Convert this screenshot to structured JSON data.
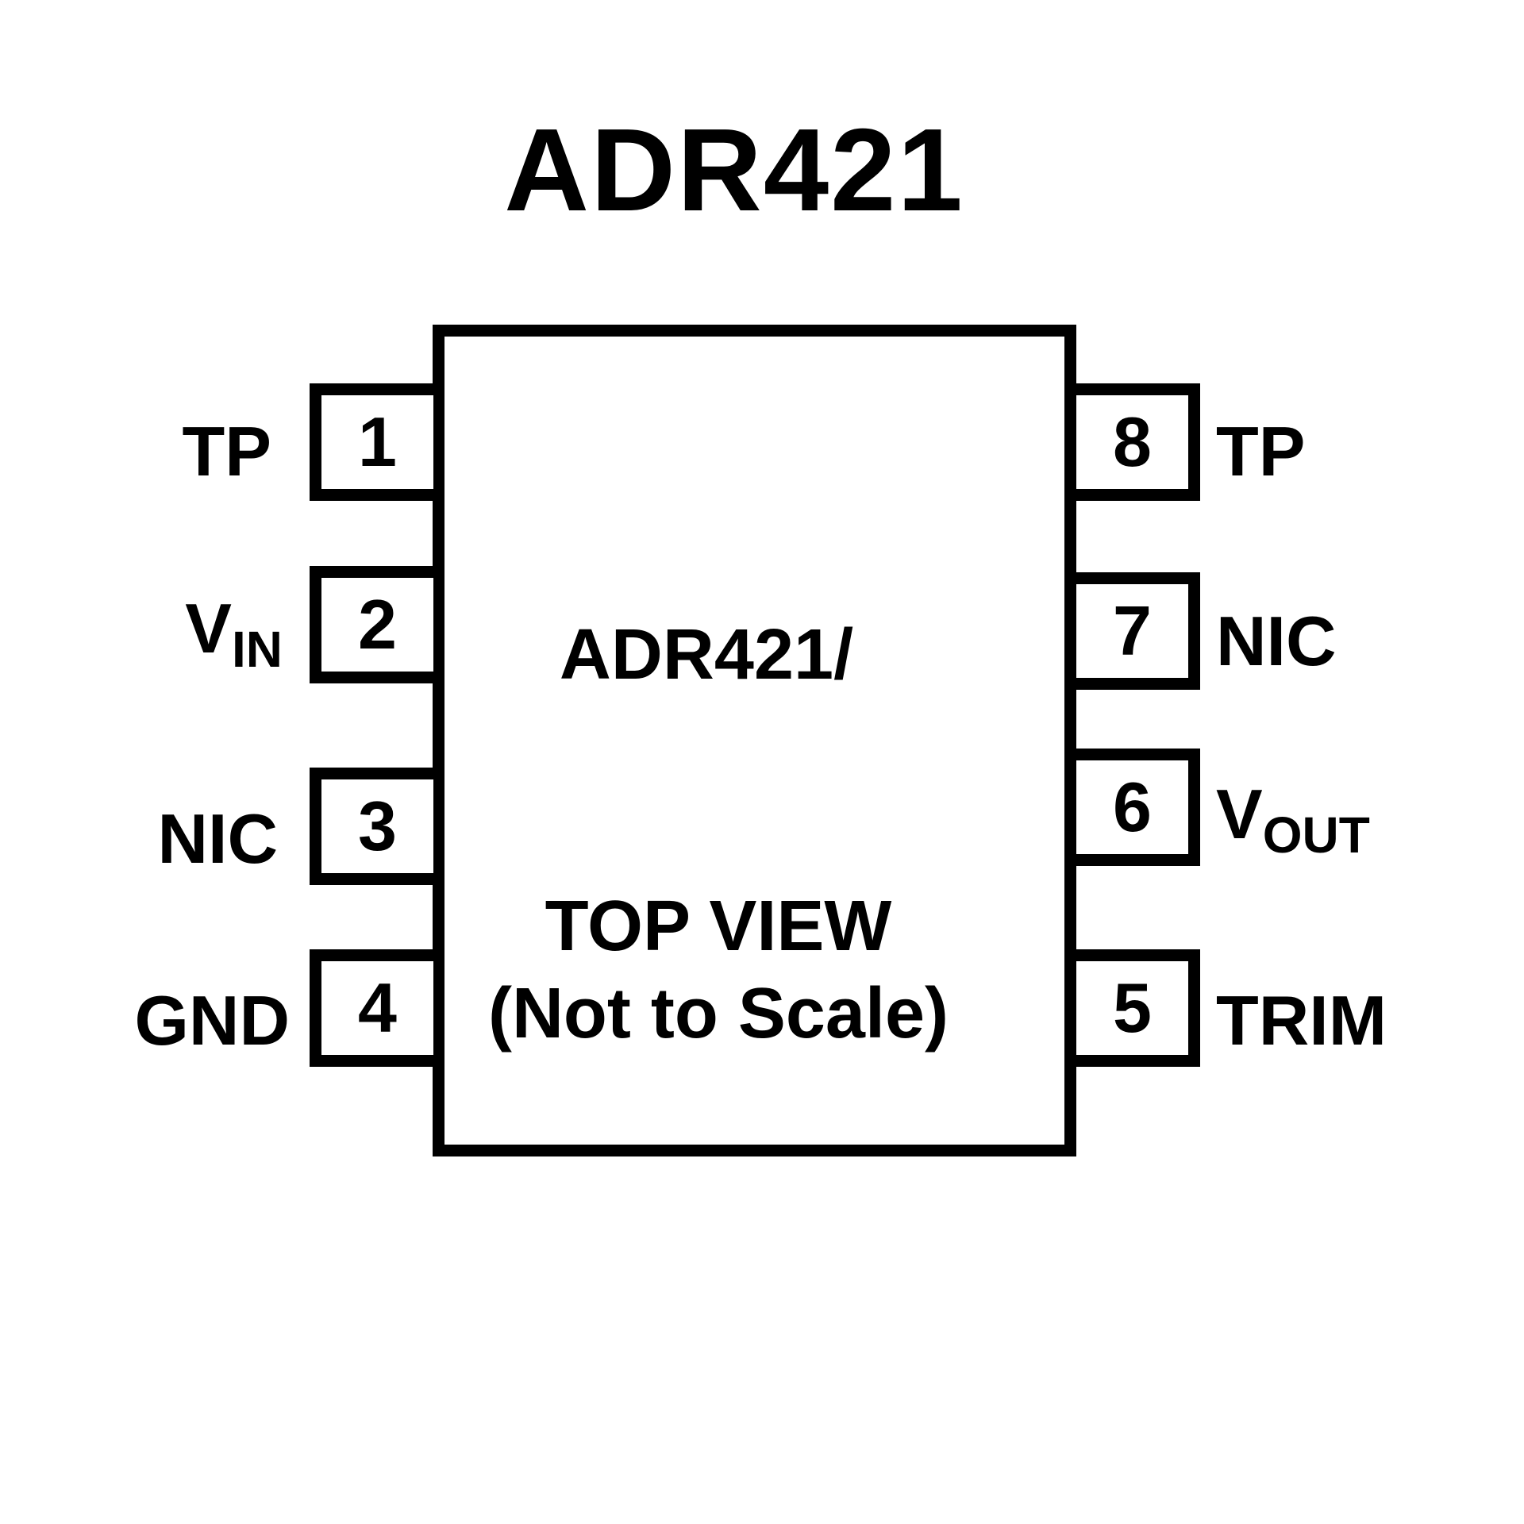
{
  "title": "ADR421",
  "package": {
    "part_label": "ADR421/",
    "view_label": "TOP VIEW",
    "scale_note": "(Not to Scale)"
  },
  "pins": {
    "left": [
      {
        "number": "1",
        "name": "TP",
        "sub": ""
      },
      {
        "number": "2",
        "name": "V",
        "sub": "IN"
      },
      {
        "number": "3",
        "name": "NIC",
        "sub": ""
      },
      {
        "number": "4",
        "name": "GND",
        "sub": ""
      }
    ],
    "right": [
      {
        "number": "8",
        "name": "TP",
        "sub": ""
      },
      {
        "number": "7",
        "name": "NIC",
        "sub": ""
      },
      {
        "number": "6",
        "name": "V",
        "sub": "OUT"
      },
      {
        "number": "5",
        "name": "TRIM",
        "sub": ""
      }
    ]
  }
}
